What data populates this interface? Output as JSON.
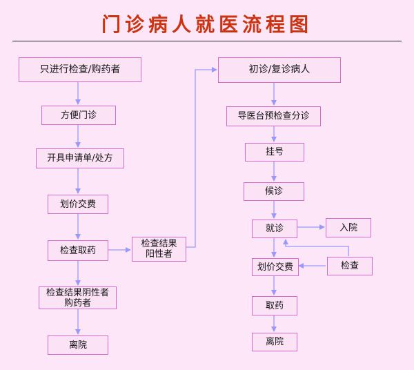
{
  "title": "门诊病人就医流程图",
  "colors": {
    "background": "#fde6f7",
    "title": "#cc3311",
    "box_border": "#d46acb",
    "arrow": "#9a98ff"
  },
  "nodes": {
    "exam_only": "只进行检查/购药者",
    "convenience_clinic": "方便门诊",
    "issue_request": "开具申请单/处方",
    "pricing_left": "划价交费",
    "exam_get_medicine": "检查取药",
    "positive": "检查结果\n阳性者",
    "negative_buy": "检查结果阴性者\n购药者",
    "discharge_left": "离院",
    "first_return": "初诊/复诊病人",
    "guide_triage": "导医台预检查分诊",
    "register": "挂号",
    "waiting": "候诊",
    "consultation": "就诊",
    "admission": "入院",
    "pricing_right": "划价交费",
    "examination": "检查",
    "get_medicine": "取药",
    "discharge_right": "离院"
  }
}
